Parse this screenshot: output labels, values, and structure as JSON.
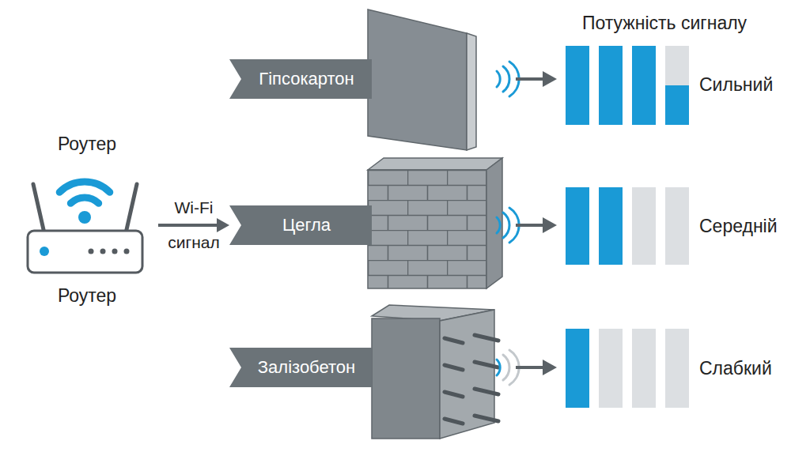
{
  "diagram": {
    "nodes": [
      {
        "text": [
          "Роутер",
          "Роутер"
        ]
      },
      {
        "text": [
          "Гіпсокартон"
        ]
      },
      {
        "text": [
          "Цегла"
        ]
      },
      {
        "text": [
          "Залізобетон"
        ]
      }
    ],
    "edges": [
      {
        "from": 0,
        "to": 2,
        "label": "Wi-Fi сигнал",
        "arrow": "to"
      }
    ],
    "labels": [
      "Потужність сигналу",
      "Сильний",
      "Середній",
      "Слабкий"
    ]
  }
}
